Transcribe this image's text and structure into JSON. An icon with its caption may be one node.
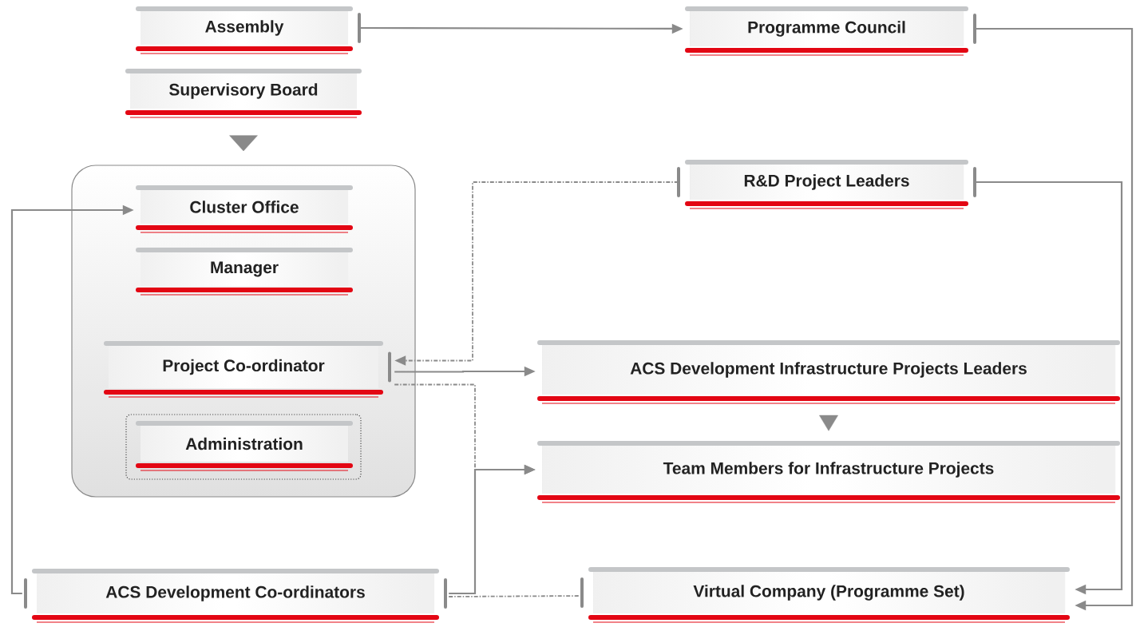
{
  "diagram": {
    "nodes": [
      {
        "text": [
          "Assembly"
        ]
      },
      {
        "text": [
          "Programme Council"
        ]
      },
      {
        "text": [
          "Supervisory Board"
        ]
      },
      {
        "text": [],
        "shape": "box"
      },
      {
        "text": [
          "Cluster Office"
        ],
        "in": 3
      },
      {
        "text": [
          "Manager"
        ],
        "in": 3
      },
      {
        "text": [
          "Project Co-ordinator"
        ],
        "in": 3
      },
      {
        "text": [],
        "shape": "box",
        "in": 3
      },
      {
        "text": [
          "Administration"
        ],
        "in": 7
      },
      {
        "text": [
          "R&D Project Leaders"
        ]
      },
      {
        "text": [
          "ACS Development Infrastructure Projects Leaders"
        ]
      },
      {
        "text": [
          "Team Members for Infrastructure Projects"
        ]
      },
      {
        "text": [
          "ACS Development Co-ordinators"
        ]
      },
      {
        "text": [
          "Virtual Company (Programme Set)"
        ]
      }
    ],
    "edges": [
      {
        "from": 0,
        "to": 1,
        "arrow": "to"
      },
      {
        "from": 1,
        "to": 13,
        "arrow": "to"
      },
      {
        "from": 2,
        "to": 3,
        "arrow": "to"
      },
      {
        "from": 9,
        "to": 6,
        "arrow": "to",
        "style": "dashed"
      },
      {
        "from": 6,
        "to": 10,
        "arrow": "to"
      },
      {
        "from": 6,
        "to": 11,
        "arrow": "to",
        "style": "dashed"
      },
      {
        "from": 12,
        "to": 11,
        "arrow": "to"
      },
      {
        "from": 12,
        "to": 4,
        "arrow": "to"
      },
      {
        "from": 12,
        "to": 13,
        "arrow": "none",
        "style": "dashed"
      },
      {
        "from": 9,
        "to": 13,
        "arrow": "to"
      },
      {
        "from": 10,
        "to": 11,
        "arrow": "to"
      }
    ]
  }
}
